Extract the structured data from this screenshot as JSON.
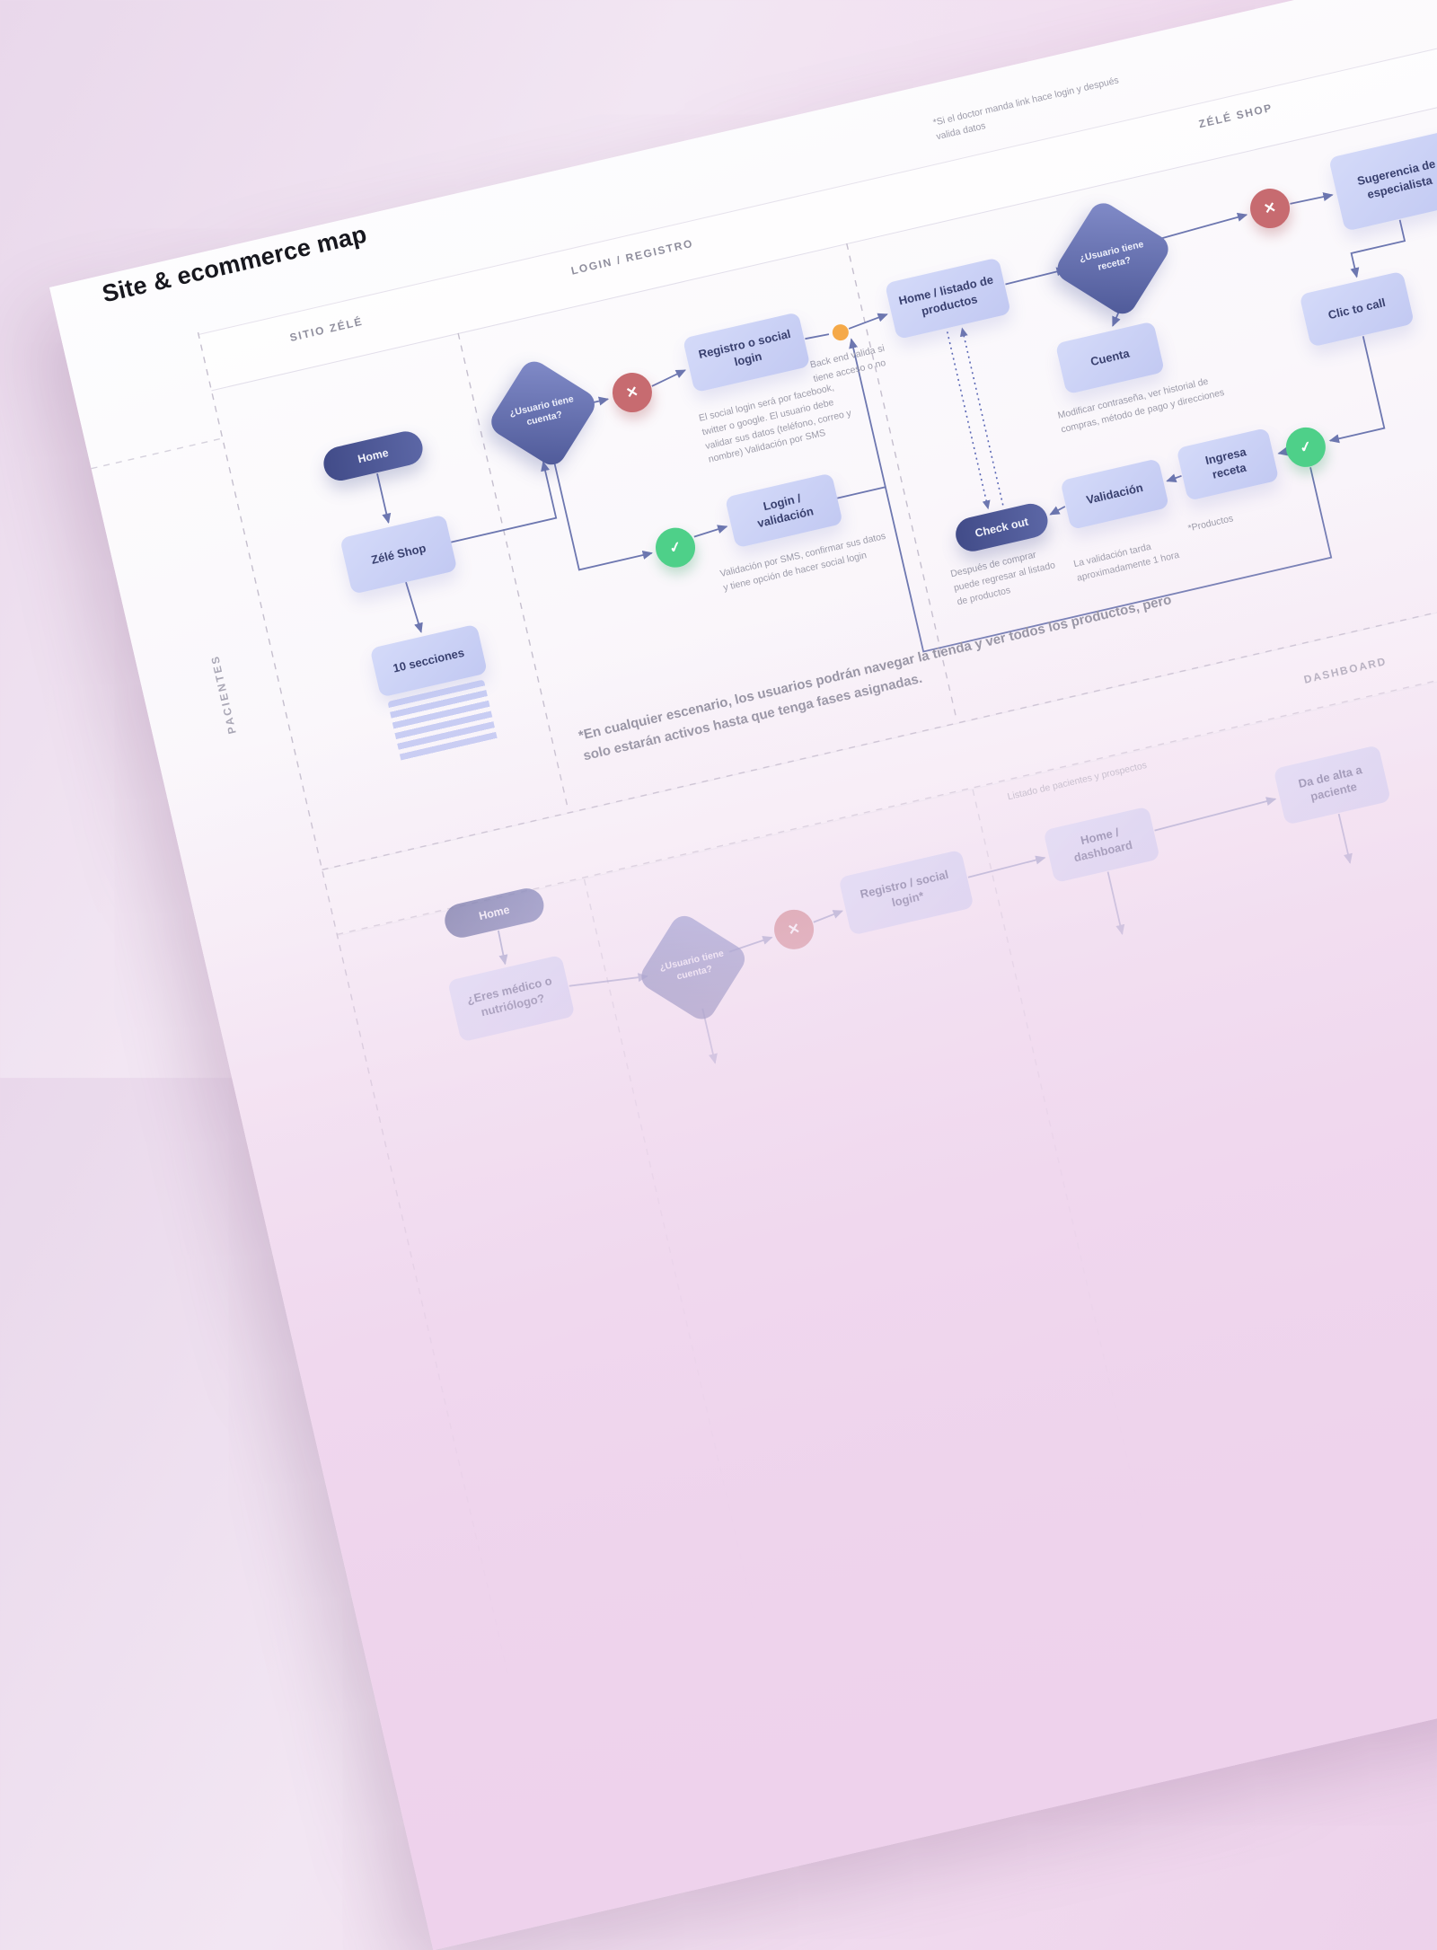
{
  "title": "Site & ecommerce map",
  "sections": {
    "sitio_zele": "SITIO ZÉLÉ",
    "login_registro": "LOGIN / REGISTRO",
    "zele_shop": "ZÉLÉ SHOP",
    "dashboard": "DASHBOARD",
    "pacientes": "PACIENTES"
  },
  "nodes": {
    "home1": "Home",
    "zele_shop": "Zélé Shop",
    "secciones": "10 secciones",
    "usuario_cuenta1": "¿Usuario tiene cuenta?",
    "registro_social": "Registro o social login",
    "login_validacion": "Login / validación",
    "home_listado": "Home / listado de productos",
    "usuario_receta": "¿Usuario tiene receta?",
    "sugerencia": "Sugerencia de especialista",
    "clic_to_call": "Clic to call",
    "cuenta": "Cuenta",
    "checkout": "Check out",
    "validacion": "Validación",
    "ingresa_receta": "Ingresa receta",
    "home2": "Home",
    "eres_medico": "¿Eres médico o nutriólogo?",
    "usuario_cuenta2": "¿Usuario tiene cuenta?",
    "registro_social2": "Registro / social login*",
    "home_dashboard": "Home / dashboard",
    "da_de_alta": "Da de alta a paciente"
  },
  "notes": {
    "doctor_link": "*Si el doctor manda link hace login y después valida datos",
    "social_login": "El social login será por facebook, twitter o google. El usuario debe validar sus datos (teléfono, correo y nombre) Validación por SMS",
    "backend": "Back end valida si tiene acceso o no",
    "login_sms": "Validación por SMS, confirmar sus datos y tiene opción de hacer social login",
    "cuenta": "Modificar contraseña, ver historial de compras, método de pago y direcciones",
    "checkout": "Después de comprar puede regresar al listado de productos",
    "validacion": "La validación tarda aproximadamente 1 hora",
    "productos": "*Productos",
    "listado_pacientes": "Listado de pacientes y prospectos",
    "escenario": "*En cualquier escenario, los usuarios podrán navegar la tienda y ver todos los productos, pero solo estarán activos hasta que tenga fases asignadas."
  },
  "icons": {
    "cross": "✕",
    "check": "✓"
  },
  "colors": {
    "node_light": "#c9cff5",
    "node_dark": "#4d5896",
    "diamond": "#6871b3",
    "reject_red": "#c76b70",
    "approve_green": "#4ed089",
    "junction_orange": "#f5a948",
    "wire": "#6d77b0",
    "page_pink": "#ecd5ec",
    "canvas_white": "#fbfafd"
  }
}
